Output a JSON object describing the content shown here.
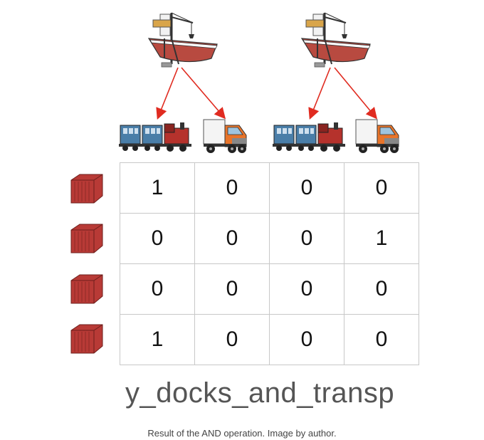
{
  "matrix": {
    "name": "y_docks_and_transp",
    "rows": [
      [
        "1",
        "0",
        "0",
        "0"
      ],
      [
        "0",
        "0",
        "0",
        "1"
      ],
      [
        "0",
        "0",
        "0",
        "0"
      ],
      [
        "1",
        "0",
        "0",
        "0"
      ]
    ]
  },
  "caption": "Result of the AND operation. Image by author.",
  "icons": {
    "dock": "ship-crane-icon",
    "train": "train-icon",
    "truck": "truck-icon",
    "container": "shipping-container-icon"
  },
  "colors": {
    "arrow": "#e02b20",
    "grid_border": "#c8c8c8",
    "container": "#b83a36",
    "train_car": "#4a7ea8",
    "locomotive": "#b5322c",
    "truck_cab": "#e8742a"
  }
}
